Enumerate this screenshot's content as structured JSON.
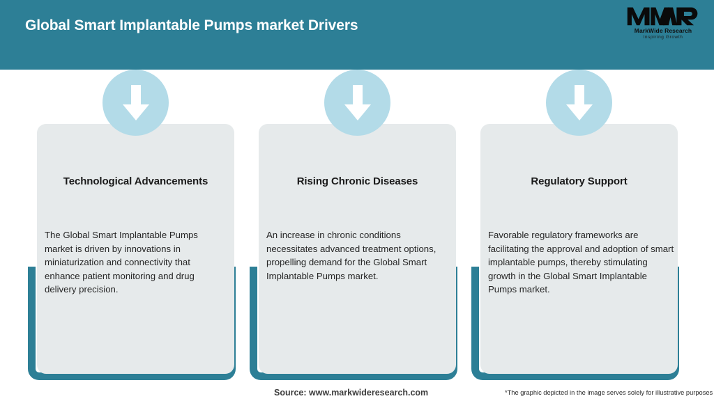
{
  "header": {
    "title": "Global Smart Implantable Pumps market Drivers",
    "background_color": "#2d7f96",
    "title_color": "#ffffff"
  },
  "logo": {
    "mark": "MWR",
    "name": "MarkWide Research",
    "tagline": "Inspiring Growth"
  },
  "cards": [
    {
      "icon": "down-arrow-icon",
      "title": "Technological Advancements",
      "body": "The Global Smart Implantable Pumps market is driven by innovations in miniaturization and connectivity that enhance patient monitoring and drug delivery precision."
    },
    {
      "icon": "down-arrow-icon",
      "title": "Rising Chronic Diseases",
      "body": "An increase in chronic conditions necessitates advanced treatment options, propelling demand for the Global Smart Implantable Pumps market."
    },
    {
      "icon": "down-arrow-icon",
      "title": "Regulatory Support",
      "body": "Favorable regulatory frameworks are facilitating the approval and adoption of smart implantable pumps, thereby stimulating growth in the Global Smart Implantable Pumps market."
    }
  ],
  "footer": {
    "source": "Source: www.markwideresearch.com",
    "disclaimer": "*The graphic depicted in the image serves solely for illustrative purposes"
  },
  "colors": {
    "teal": "#2d7f96",
    "light_blue": "#b3dbe8",
    "panel_grey": "#e6eaeb",
    "page_background": "#ffffff"
  }
}
